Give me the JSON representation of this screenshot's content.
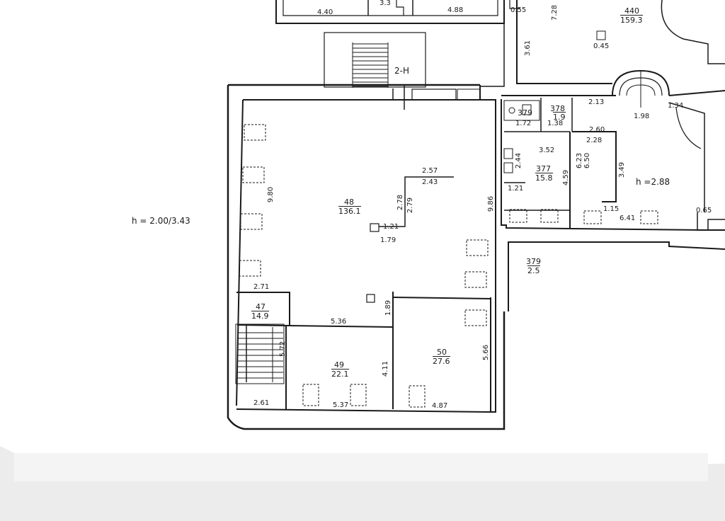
{
  "heights": {
    "left_note": "h = 2.00/3.43",
    "right_note": "h =2.88"
  },
  "stair_tag": "2-H",
  "rooms": {
    "r48": {
      "number": "48",
      "area": "136.1"
    },
    "r47": {
      "number": "47",
      "area": "14.9"
    },
    "r49": {
      "number": "49",
      "area": "22.1"
    },
    "r50": {
      "number": "50",
      "area": "27.6"
    },
    "r377": {
      "number": "377",
      "area": "15.8"
    },
    "r378": {
      "number": "378",
      "area": "1.9"
    },
    "r379_small": {
      "number": "379"
    },
    "r379_big": {
      "number": "379",
      "area": "2.5"
    },
    "r440": {
      "number": "440",
      "area": "159.3"
    },
    "r_top_small": {
      "area": "3.3"
    }
  },
  "dimensions": {
    "d_440": "4.40",
    "d_488": "4.88",
    "d_055": "0.55",
    "d_728": "7.28",
    "d_361": "3.61",
    "d_045": "0.45",
    "d_198": "1.98",
    "d_134": "1.34",
    "d_213": "2.13",
    "d_172": "1.72",
    "d_138": "1.38",
    "d_260": "2.60",
    "d_228": "2.28",
    "d_352": "3.52",
    "d_244": "2.44",
    "d_623": "6.23",
    "d_650": "6.50",
    "d_349": "3.49",
    "d_459": "4.59",
    "d_121b": "1.21",
    "d_115": "1.15",
    "d_641": "6.41",
    "d_065": "0.65",
    "d_257": "2.57",
    "d_243": "2.43",
    "d_278": "2.78",
    "d_279": "2.79",
    "d_121": "1.21",
    "d_179": "1.79",
    "d_980": "9.80",
    "d_986": "9.86",
    "d_271": "2.71",
    "d_189": "1.89",
    "d_536": "5.36",
    "d_572": "5.72",
    "d_411": "4.11",
    "d_566": "5.66",
    "d_261": "2.61",
    "d_537": "5.37",
    "d_487": "4.87"
  },
  "colors": {
    "paper": "#ffffff",
    "ink": "#1a1a1a",
    "background": "#ececec"
  }
}
